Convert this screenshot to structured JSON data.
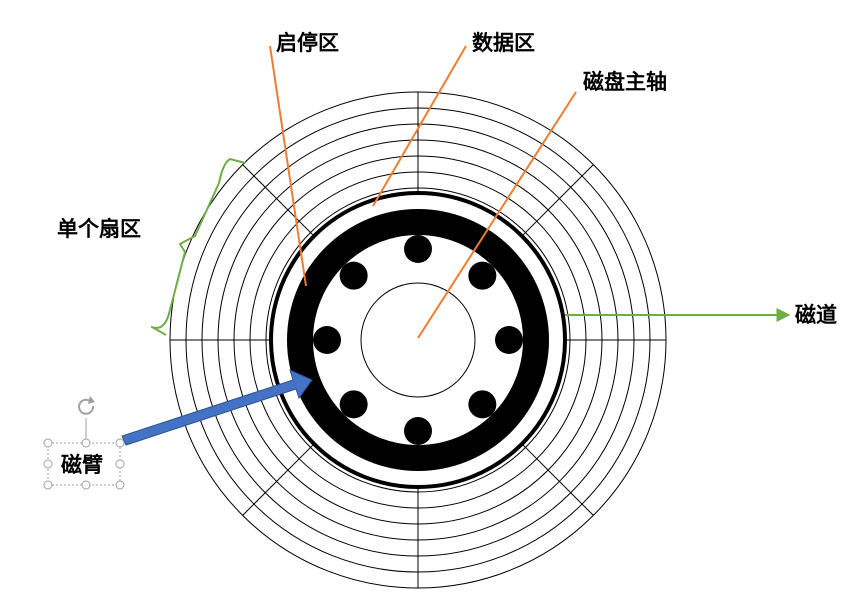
{
  "labels": {
    "landing_zone": "启停区",
    "data_zone": "数据区",
    "spindle": "磁盘主轴",
    "single_sector": "单个扇区",
    "track": "磁道",
    "disk_arm": "磁臂"
  },
  "colors": {
    "callout_line": "#ED7D31",
    "bracket_and_track_arrow": "#70AD47",
    "arm_arrow_fill": "#4472C4",
    "arm_arrow_stroke": "#2F528F",
    "ink": "#000000",
    "selection_handle": "#A0A0A0"
  },
  "icons": {
    "rotate_handle": "rotate-handle-icon"
  }
}
